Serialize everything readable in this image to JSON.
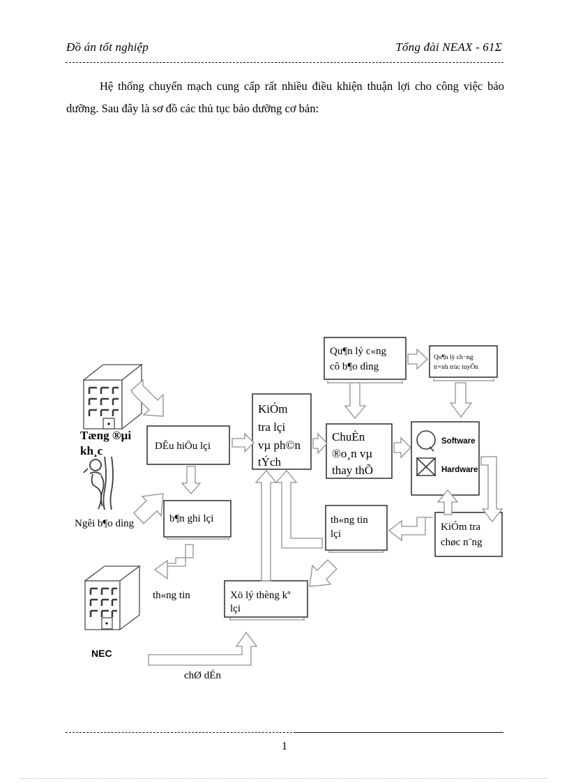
{
  "header": {
    "left": "Đồ án tốt nghiệp",
    "right": "Tổng đài NEAX - 61Σ"
  },
  "body": {
    "paragraph": "Hệ thống chuyển mạch cung cấp rất nhiều điều khiện thuận lợi cho công việc bảo dưỡng. Sau đây là sơ đồ các thủ tục bảo dưỡng cơ bản:"
  },
  "footer": {
    "page_number": "1"
  },
  "diagram": {
    "name": "maintenance-procedure-flowchart",
    "labels": {
      "tong_dai_khac_line1": "Tæng ®µi",
      "tong_dai_khac_line2": "kh¸c",
      "nguoi_bao_duong": "Ngêi  b¶o dìng",
      "nec": "NEC",
      "thong_tin": "th«ng tin",
      "chi_dan": "chØ dÉn"
    },
    "boxes": {
      "dau_hieu_loi": "DÊu hiÖu lçi",
      "ban_ghi_loi": "b¶n ghi lçi",
      "kiem_tra_loi_l1": "KiÓm",
      "kiem_tra_loi_l2": "tra lçi",
      "kiem_tra_loi_l3": "vµ ph©n",
      "kiem_tra_loi_l4": "tÝch",
      "quan_ly_cong_cu_l1": "Qu¶n lý  c«ng",
      "quan_ly_cong_cu_l2": "cô b¶o  dìng",
      "quan_ly_chuong_trinh_l1": "Qu¶n lý ch­¬ng",
      "quan_ly_chuong_trinh_l2": "tr×nh trùc tuyÕn",
      "chuan_doan_l1": "ChuÈn",
      "chuan_doan_l2": "®o¸n vµ",
      "chuan_doan_l3": "thay thÕ",
      "software": "Software",
      "hardware": "Hardware",
      "thong_tin_loi_l1": "th«ng  tin",
      "thong_tin_loi_l2": "lçi",
      "kiem_tra_chuc_nang_l1": "KiÓm tra",
      "kiem_tra_chuc_nang_l2": "chøc n¨ng",
      "xu_ly_thong_ke_l1": "Xö lý thèng kª",
      "xu_ly_thong_ke_l2": "lçi"
    }
  },
  "colors": {
    "ink": "#000000",
    "arrow_stroke": "#8a8a8a",
    "box_stroke": "#1a1a1a",
    "shadow": "#9a9a9a"
  }
}
